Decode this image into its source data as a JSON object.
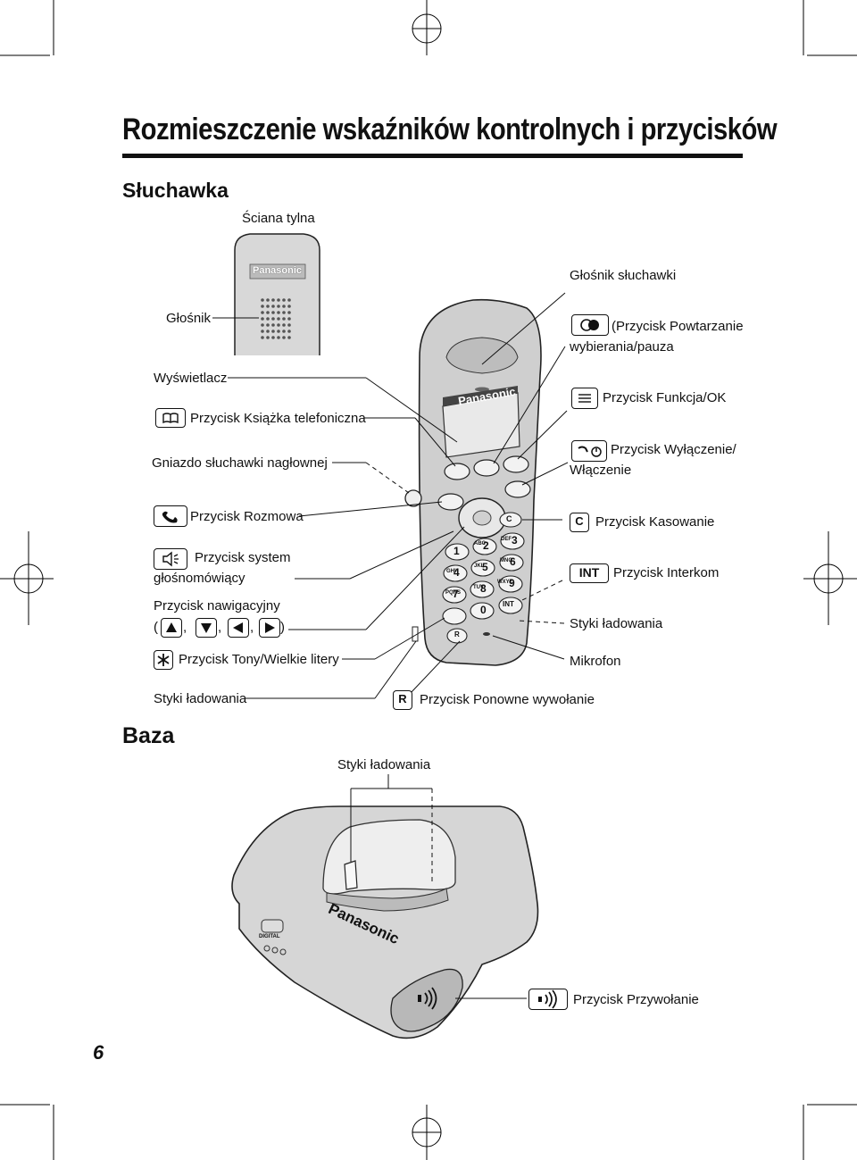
{
  "page": {
    "title": "Rozmieszczenie wskaźników kontrolnych i przycisków",
    "page_number": "6"
  },
  "handset": {
    "heading": "Słuchawka",
    "back_label": "Ściana tylna",
    "brand": "Panasonic",
    "labels": {
      "speaker": "Głośnik",
      "display": "Wyświetlacz",
      "phonebook": "Przycisk Książka telefoniczna",
      "headset_jack": "Gniazdo słuchawki nagłownej",
      "talk": "Przycisk Rozmowa",
      "speakerphone_1": "Przycisk system",
      "speakerphone_2": "głośnomówiący",
      "navigation_1": "Przycisk nawigacyjny",
      "navigation_open": "(",
      "navigation_close": ")",
      "navigation_sep": ",",
      "tone": "Przycisk Tony/Wielkie litery",
      "charge_contacts": "Styki ładowania",
      "receiver": "Głośnik słuchawki",
      "redial_1": "(Przycisk Powtarzanie",
      "redial_2": "wybierania/pauza",
      "function": "Przycisk Funkcja/OK",
      "off_on_1": "Przycisk Wyłączenie/",
      "off_on_2": "Włączenie",
      "clear": "Przycisk Kasowanie",
      "intercom": "Przycisk Interkom",
      "charge_contacts_right": "Styki ładowania",
      "microphone": "Mikrofon",
      "recall": "Przycisk Ponowne wywołanie"
    },
    "keys": {
      "clear_key": "C",
      "intercom_key": "INT",
      "recall_key": "R"
    },
    "keypad": [
      "1",
      "2",
      "3",
      "4",
      "5",
      "6",
      "7",
      "8",
      "9",
      "0"
    ],
    "keypad_letters": [
      "ABC",
      "DEF",
      "GHI",
      "JKL",
      "MNO",
      "PQRS",
      "TUV",
      "WXYZ"
    ]
  },
  "base": {
    "heading": "Baza",
    "charge_contacts": "Styki ładowania",
    "brand": "Panasonic",
    "digital": "DIGITAL",
    "locator": "Przycisk Przywołanie"
  }
}
